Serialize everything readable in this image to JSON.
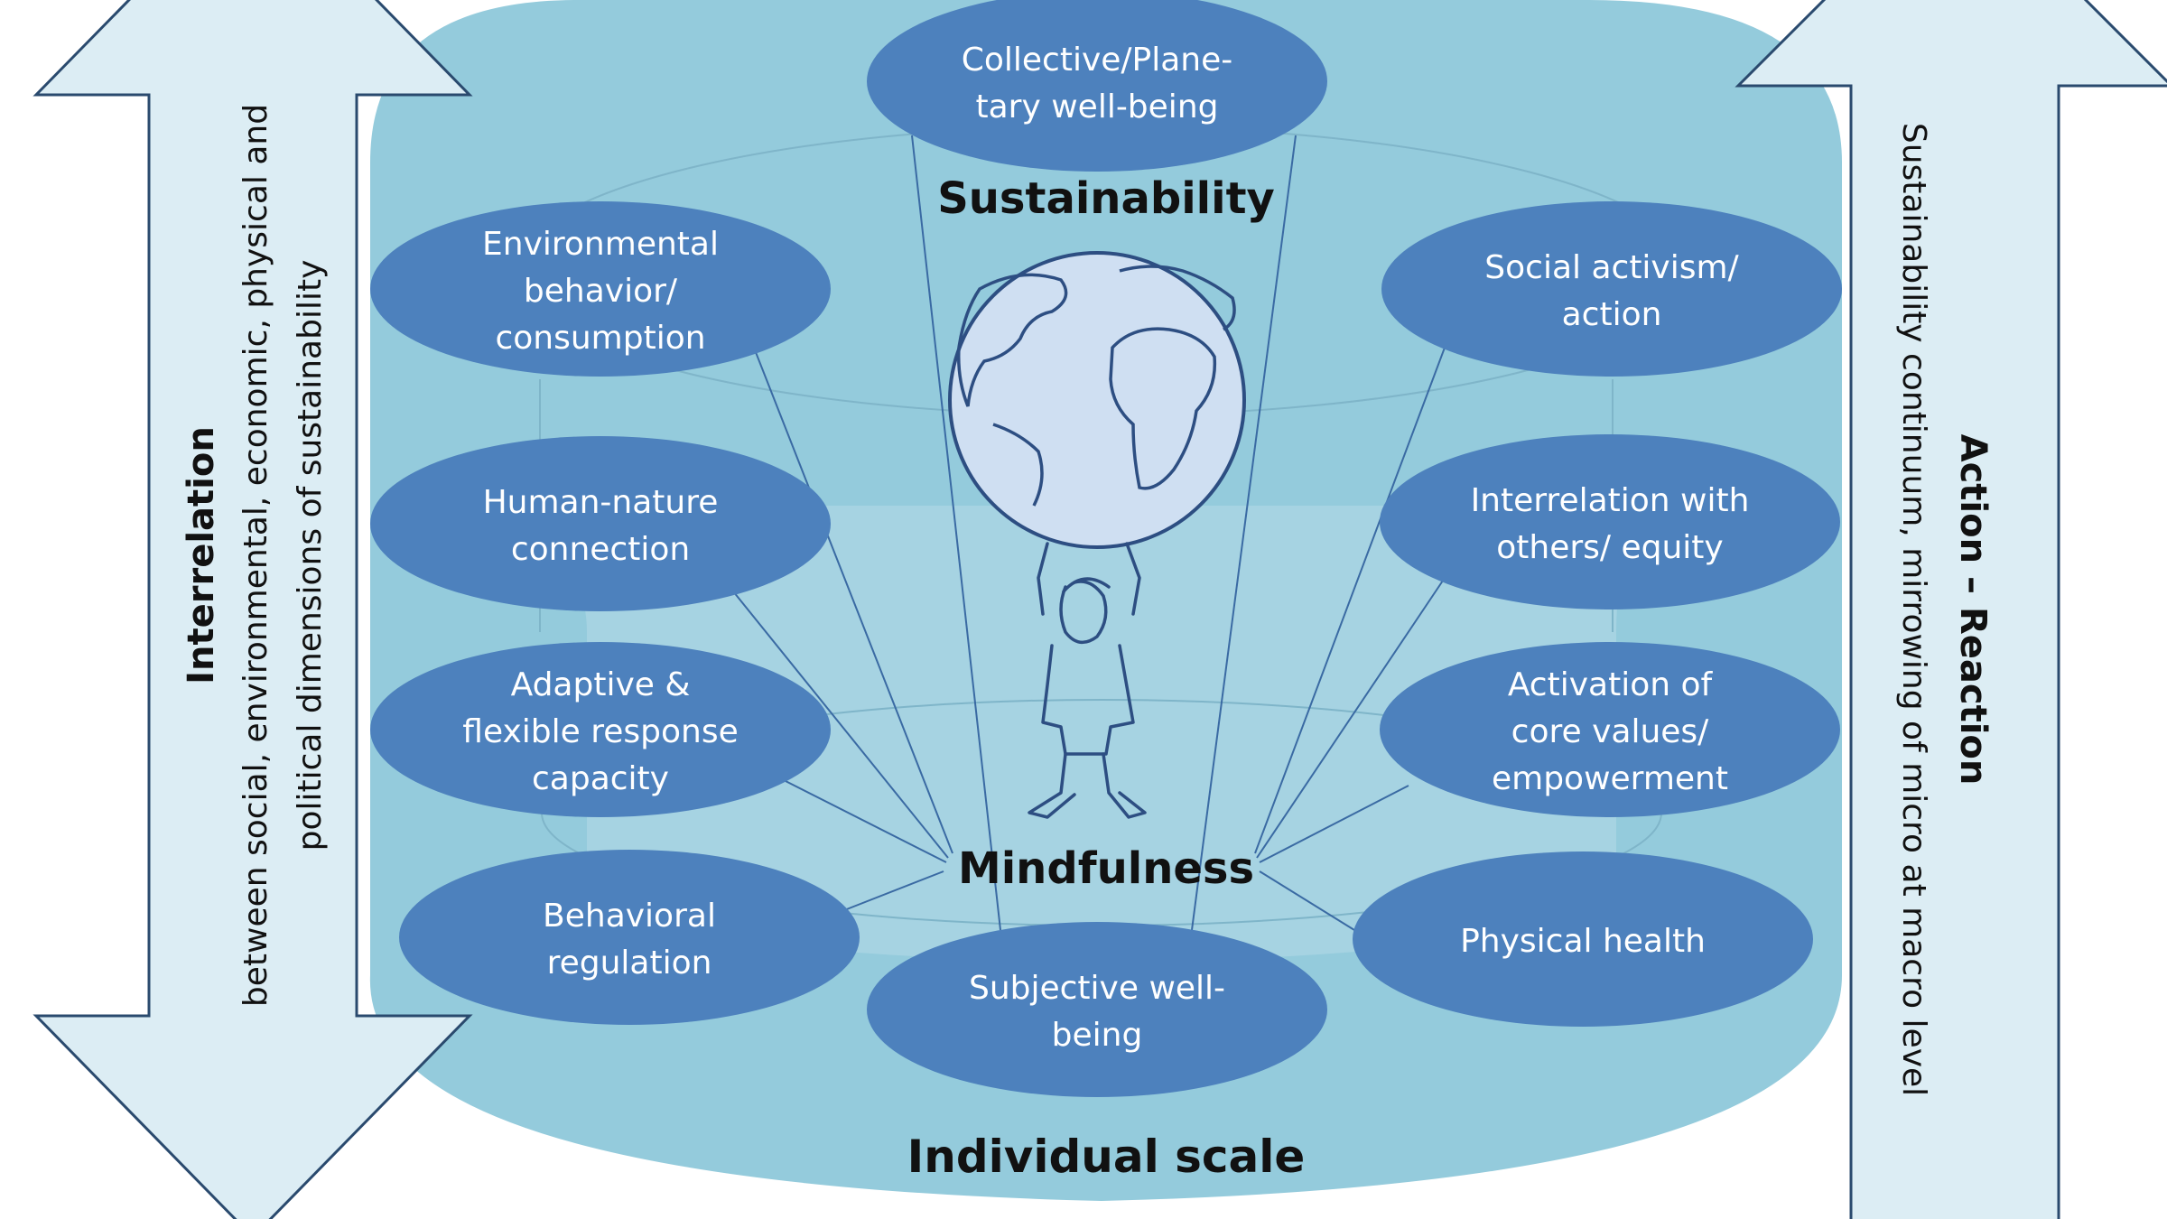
{
  "colors": {
    "cylinder": "#94cbdc",
    "cylinder_inner": "#b5dbe7",
    "oval_fill": "#4d81bd",
    "oval_text": "#ffffff",
    "arrow_fill": "#dcedf4",
    "arrow_stroke": "#2a4a6e",
    "line": "#3a6aa3",
    "globe": "#cfdff2",
    "figure_stroke": "#2d4e82"
  },
  "labels": {
    "top_level": "Sustainability",
    "center": "Mindfulness",
    "bottom": "Individual scale"
  },
  "left_arrow": {
    "title": "Interrelation",
    "line1": "between social, environmental, economic, physical and",
    "line2": "political dimensions of sustainability"
  },
  "right_arrow": {
    "title": "Action – Reaction",
    "line1": "Sustainability continuum, mirrowing of micro at macro level"
  },
  "ovals": {
    "collective": {
      "line1": "Collective/Plane-",
      "line2": "tary  well-being"
    },
    "environmental": {
      "line1": "Environmental",
      "line2": "behavior/",
      "line3": "consumption"
    },
    "human_nature": {
      "line1": "Human-nature",
      "line2": "connection"
    },
    "adaptive": {
      "line1": "Adaptive &",
      "line2": "flexible response",
      "line3": "capacity"
    },
    "behavioral": {
      "line1": "Behavioral",
      "line2": "regulation"
    },
    "subjective": {
      "line1": "Subjective well-",
      "line2": "being"
    },
    "social_activism": {
      "line1": "Social activism/",
      "line2": "action"
    },
    "interrelation": {
      "line1": "Interrelation with",
      "line2": "others/ equity"
    },
    "activation": {
      "line1": "Activation of",
      "line2": "core values/",
      "line3": "empowerment"
    },
    "physical": {
      "line1": "Physical health"
    }
  }
}
